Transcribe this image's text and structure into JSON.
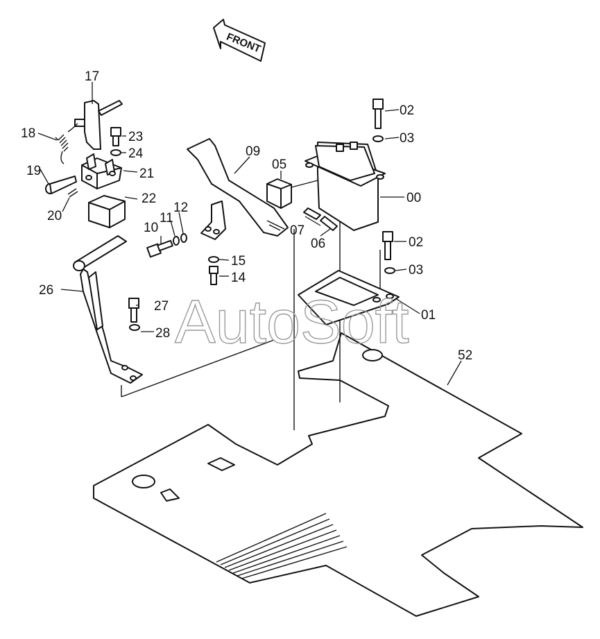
{
  "direction_label": "FRONT",
  "watermark": "AutoSoft",
  "labels": {
    "p00": "00",
    "p01": "01",
    "p02a": "02",
    "p02b": "02",
    "p03a": "03",
    "p03b": "03",
    "p05": "05",
    "p06": "06",
    "p07": "07",
    "p09": "09",
    "p10": "10",
    "p11": "11",
    "p12": "12",
    "p14": "14",
    "p15": "15",
    "p17": "17",
    "p18": "18",
    "p19": "19",
    "p20": "20",
    "p21": "21",
    "p22": "22",
    "p23": "23",
    "p24": "24",
    "p26": "26",
    "p27": "27",
    "p28": "28",
    "p52": "52"
  },
  "colors": {
    "ink": "#111111",
    "paper": "#ffffff",
    "watermark": "#9a9a9a"
  }
}
